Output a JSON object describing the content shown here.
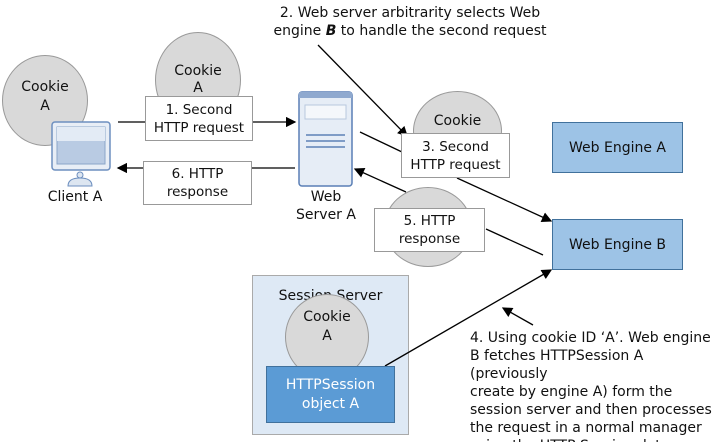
{
  "client": {
    "cookie": "Cookie\nA",
    "label": "Client A"
  },
  "step1": {
    "cookie": "Cookie\nA",
    "label": "1. Second\nHTTP request"
  },
  "step6": {
    "label": "6. HTTP\nresponse"
  },
  "server": {
    "label": "Web\nServer A"
  },
  "step2": {
    "line1": "2. Web server arbitrarity selects Web",
    "line2_pre": "engine ",
    "line2_em": "B",
    "line2_post": " to handle the second request"
  },
  "step3": {
    "cookie": "Cookie",
    "label": "3. Second\nHTTP request"
  },
  "step5": {
    "label": "5. HTTP\nresponse"
  },
  "engines": {
    "a": "Web Engine A",
    "b": "Web Engine B"
  },
  "session_server": {
    "title": "Session Server",
    "cookie": "Cookie\nA",
    "object": "HTTPSession\nobject A"
  },
  "step4": {
    "text": "4. Using cookie ID ‘A’. Web engine\nB fetches HTTPSession A (previously\ncreate by engine A) form the\nsession server and then processes\nthe request in a normal manager\nusing the HTTP Session data."
  },
  "colors": {
    "cookie": "#d9d9d9",
    "engine": "#9dc3e6",
    "session_object": "#5b9bd5",
    "session_server_bg": "#dee9f5"
  }
}
